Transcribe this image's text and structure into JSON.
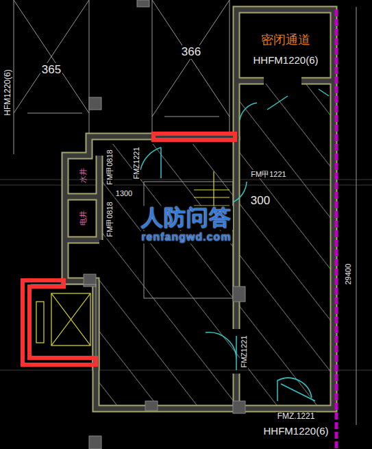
{
  "diagram": {
    "nodes": [
      {
        "text": [
          "365"
        ]
      },
      {
        "text": [
          "366"
        ]
      },
      {
        "text": [
          "密闭通道",
          "HHFM1220(6)"
        ]
      }
    ],
    "labels": [
      "HFM1220(6)",
      "FMZ1221",
      "FM甲0818",
      "水井",
      "1300",
      "电井",
      "FM甲0818",
      "FM甲1221",
      "300",
      "人防问答",
      "renfangwd.com",
      "FMZ1221",
      "29400",
      "FMZ.1221",
      "HHFM1220(6)"
    ]
  }
}
